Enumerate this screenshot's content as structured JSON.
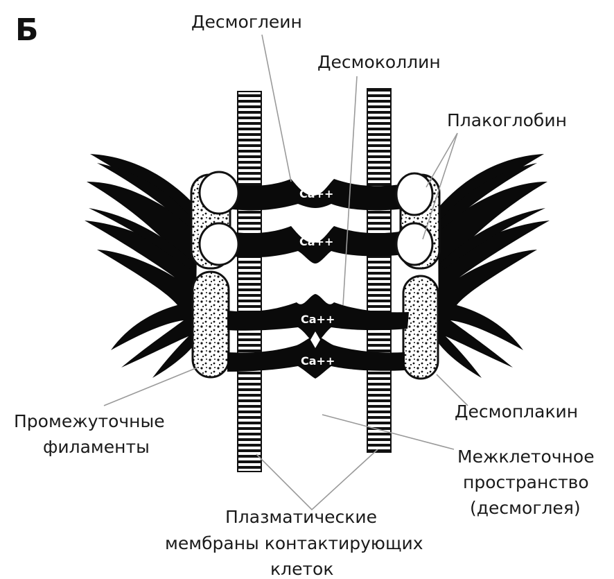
{
  "panel_letter": "Б",
  "labels": {
    "desmoglein": "Десмоглеин",
    "desmocollin": "Десмоколлин",
    "plakoglobin": "Плакоглобин",
    "intermediate_filaments_1": "Промежуточные",
    "intermediate_filaments_2": "филаменты",
    "desmoplakin": "Десмоплакин",
    "intercellular_space_1": "Межклеточное",
    "intercellular_space_2": "пространство",
    "intercellular_space_3": "(десмоглея)",
    "membranes_1": "Плазматические",
    "membranes_2": "мембраны контактирующих",
    "membranes_3": "клеток"
  },
  "calcium_labels": [
    "Ca++",
    "Ca++",
    "Ca++",
    "Ca++"
  ]
}
